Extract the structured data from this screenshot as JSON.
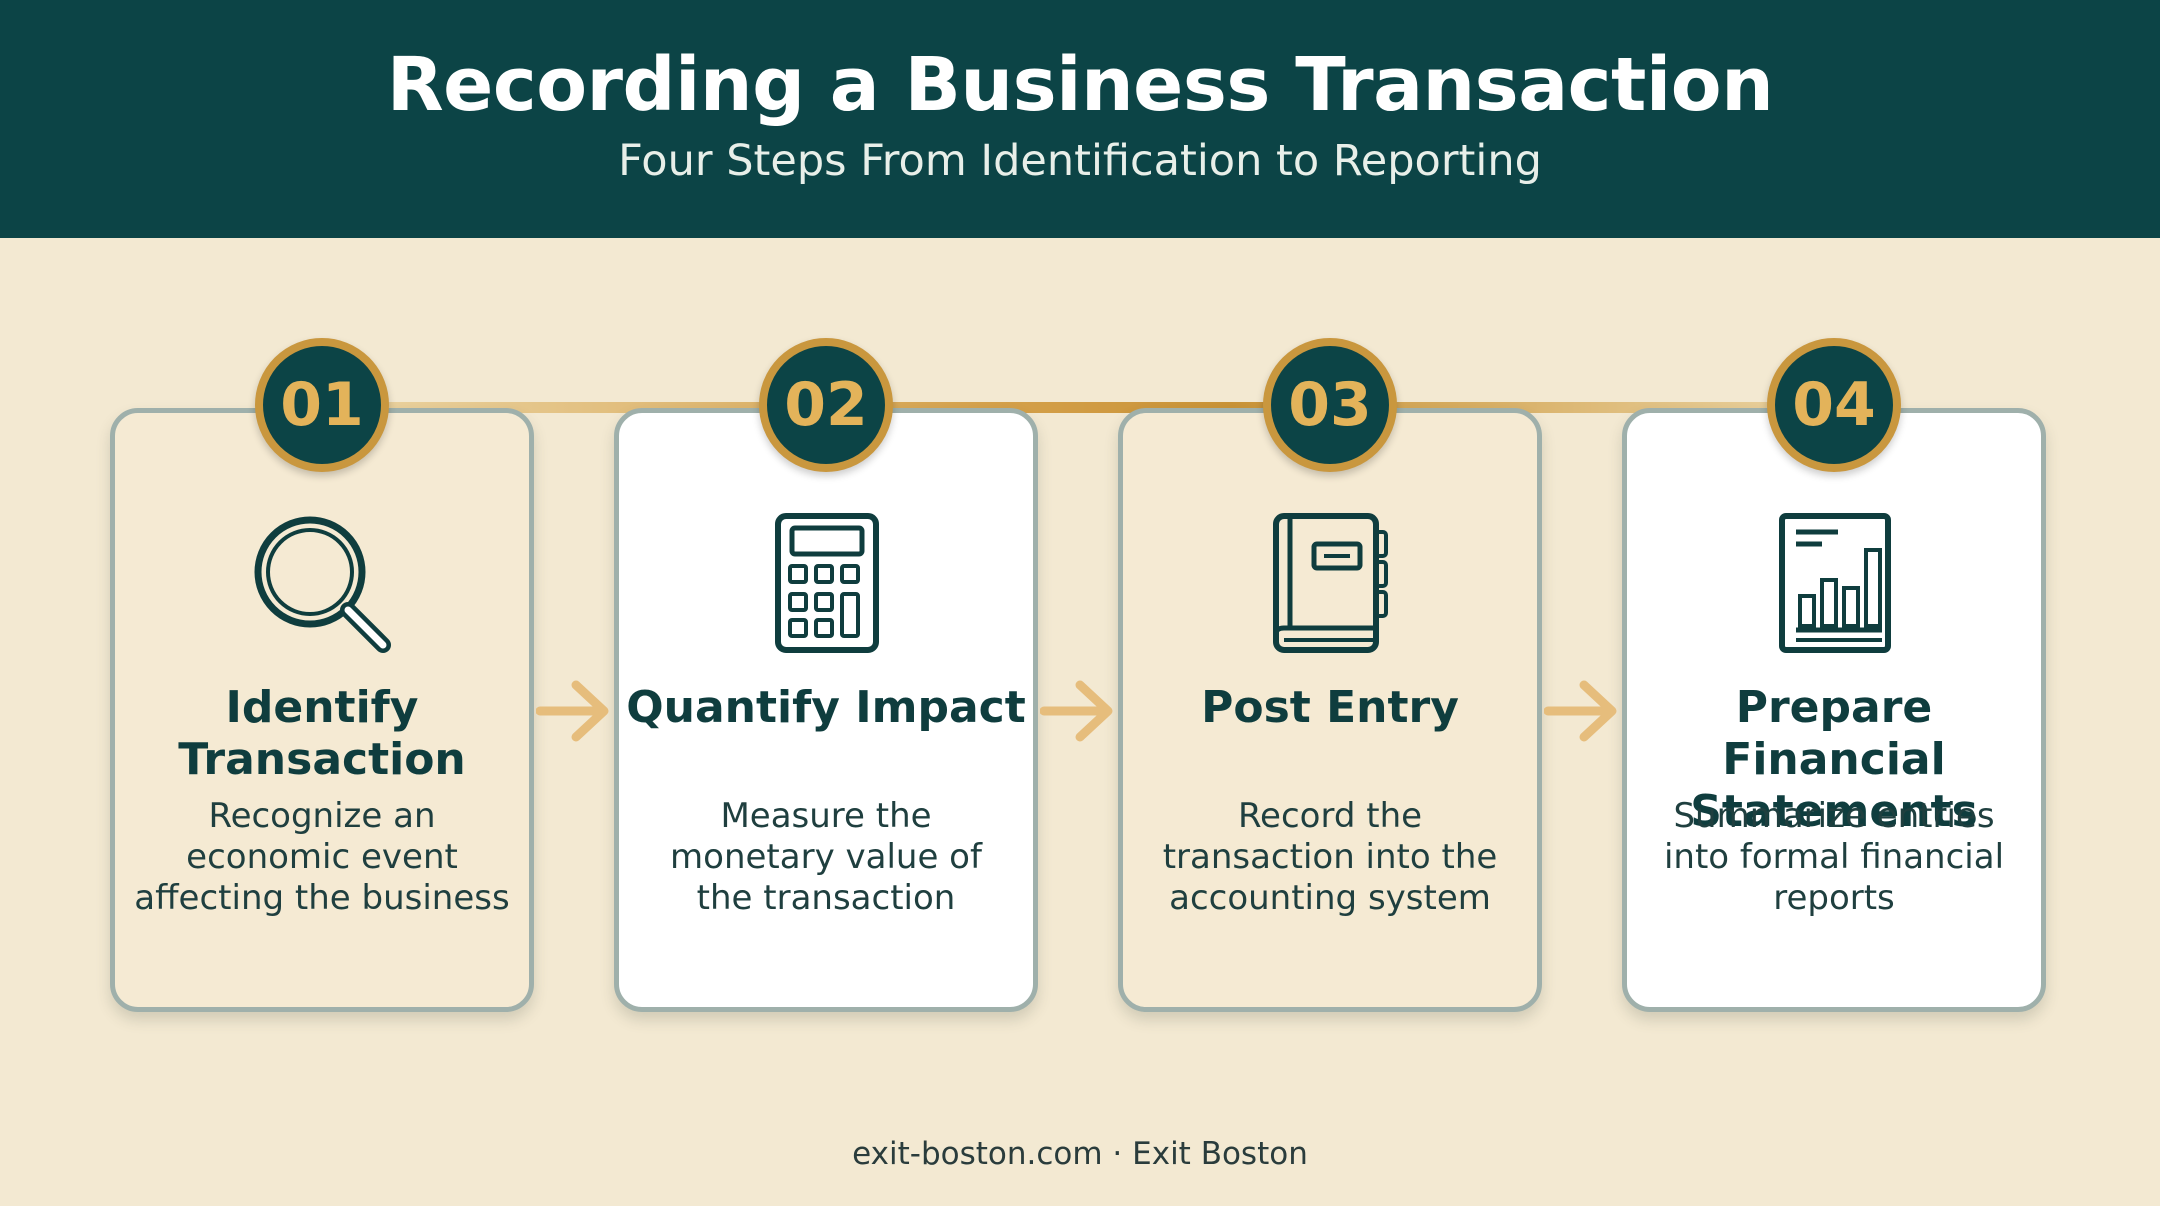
{
  "header": {
    "title": "Recording a Business Transaction",
    "subtitle": "Four Steps From Identification to Reporting"
  },
  "steps": [
    {
      "number": "01",
      "title": "Identify Transaction",
      "description": "Recognize an economic event affecting the business",
      "icon": "magnifier-icon"
    },
    {
      "number": "02",
      "title": "Quantify Impact",
      "description": "Measure the monetary value of the transaction",
      "icon": "calculator-icon"
    },
    {
      "number": "03",
      "title": "Post Entry",
      "description": "Record the transaction into the accounting system",
      "icon": "ledger-book-icon"
    },
    {
      "number": "04",
      "title": "Prepare Financial Statements",
      "description": "Summarize entries into formal financial reports",
      "icon": "report-chart-icon"
    }
  ],
  "footer": {
    "text": "exit-boston.com · Exit Boston"
  },
  "colors": {
    "header": "#0c4446",
    "background": "#f3e9d2",
    "accent": "#c9973e",
    "card_border": "#9fb0ab"
  }
}
